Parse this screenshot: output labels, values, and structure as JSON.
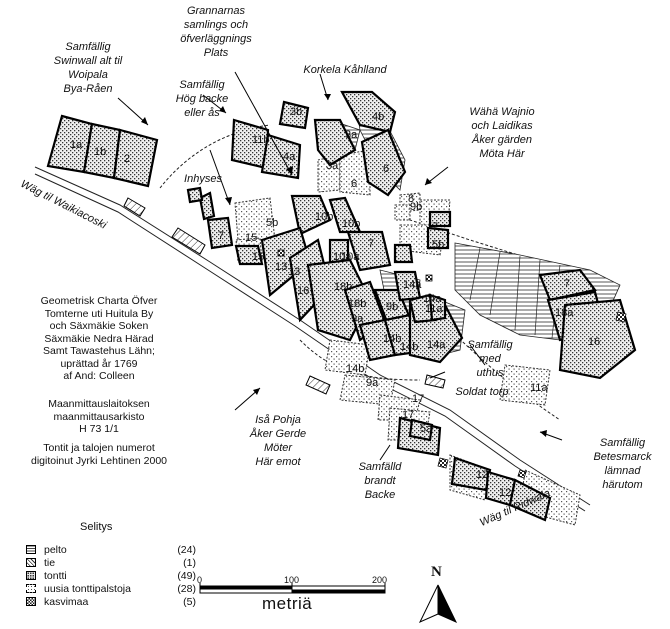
{
  "labels": {
    "samfallig_swinwall": [
      "Samfällig",
      "Swinwall alt til",
      "Woipala",
      "Bya-Råen"
    ],
    "grannarnas": [
      "Grannarnas",
      "samlings och",
      "öfverläggnings",
      "Plats"
    ],
    "samfallig_hog_backe": [
      "Samfällig",
      "Hög backe",
      "eller ås"
    ],
    "korkela": "Korkela Kåhlland",
    "waha_wajnio": [
      "Wähä Wajnio",
      "och Laidikas",
      "Åker gärden",
      "Möta Här"
    ],
    "inhyses": "Inhyses",
    "samfallig_med_uthus": [
      "Samfällig",
      "med",
      "uthus"
    ],
    "soldat_torp": "Soldat torp",
    "isa_pohja": [
      "Iså Pohja",
      "Åker Gerde",
      "Möter",
      "Här emot"
    ],
    "samfalld_brandt": [
      "Samfälld",
      "brandt",
      "Backe"
    ],
    "samfallig_betesmarck": [
      "Samfällig",
      "Betesmarck",
      "lämnad",
      "härutom"
    ],
    "road_waikiacoski": "Wäg til Waikiacoski",
    "road_ridwala": "Wäg til Ridwala"
  },
  "caption": {
    "lines": [
      "Geometrisk Charta Öfver",
      "Tomterne  uti Huitula By",
      "och Säxmäkie Soken",
      "Säxmäkie Nedra Härad",
      "Samt Tawastehus Lähn;",
      "uprättad år 1769",
      "af And: Colleen"
    ],
    "archive": [
      "Maanmittauslaitoksen",
      "maanmittausarkisto",
      "H 73 1/1"
    ],
    "digitized": [
      "Tontit ja talojen numerot",
      "digitoinut Jyrki Lehtinen 2000"
    ]
  },
  "legend": {
    "title": "Selitys",
    "items": [
      {
        "name": "pelto",
        "count": "(24)",
        "pattern": "hlines"
      },
      {
        "name": "tie",
        "count": "(1)",
        "pattern": "diag"
      },
      {
        "name": "tontti",
        "count": "(49)",
        "pattern": "dots"
      },
      {
        "name": "uusia tonttipalstoja",
        "count": "(28)",
        "pattern": "sparse"
      },
      {
        "name": "kasvimaa",
        "count": "(5)",
        "pattern": "checker"
      }
    ]
  },
  "scale": {
    "ticks": [
      "0",
      "100",
      "200"
    ],
    "unit": "metriä"
  },
  "north": "N",
  "parcels": [
    "1a",
    "1b",
    "2",
    "3b",
    "3a",
    "4b",
    "11b",
    "4a",
    "3a",
    "6",
    "6",
    "10b",
    "10b",
    "5b",
    "7",
    "15",
    "15",
    "13",
    "13",
    "16",
    "7",
    "10a",
    "10a",
    "18b",
    "18b",
    "9a",
    "9b",
    "14a",
    "14a",
    "14b",
    "14b",
    "11a",
    "14a",
    "14b",
    "9a",
    "9b",
    "5b",
    "8",
    "7",
    "7",
    "18a",
    "16",
    "11a",
    "17",
    "17",
    "5a",
    "12",
    "12"
  ]
}
